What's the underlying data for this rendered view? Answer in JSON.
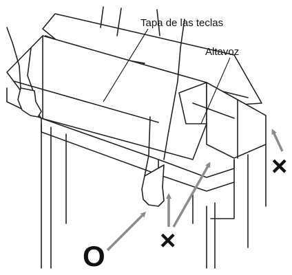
{
  "labels": {
    "key_cover": "Tapa de las teclas",
    "speaker": "Altavoz"
  },
  "marks": {
    "correct_symbol": "O",
    "wrong_symbol": "×"
  },
  "colors": {
    "line": "#222222",
    "arrow": "#8c8c8c",
    "background": "#ffffff"
  }
}
